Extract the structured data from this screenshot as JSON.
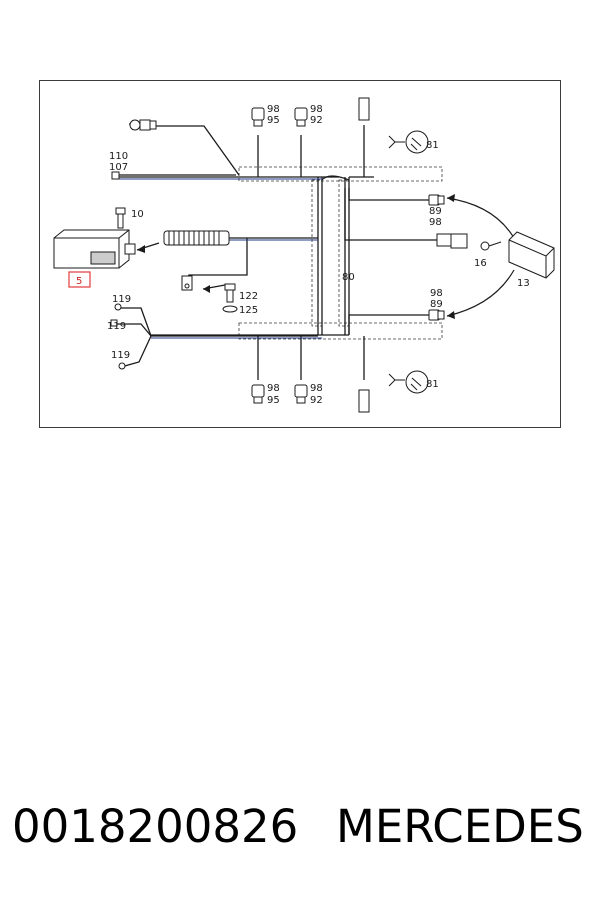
{
  "footer": {
    "part_number": "0018200826",
    "brand": "MERCEDES"
  },
  "diagram": {
    "colors": {
      "wire": "#1b1b1b",
      "harness": "#233a8a",
      "highlight": "#e23b3b",
      "outline": "#3a3a3a"
    },
    "labels": {
      "c98_top_left": "98",
      "c95_top_left": "95",
      "c98_top_mid": "98",
      "c92_top_mid": "92",
      "c81_top": "81",
      "c110": "110",
      "c107": "107",
      "c10": "10",
      "c5": "5",
      "c89_upper": "89",
      "c98_upper": "98",
      "c80": "80",
      "c16": "16",
      "c13": "13",
      "c122": "122",
      "c125": "125",
      "c119_a": "119",
      "c119_b": "119",
      "c119_c": "119",
      "c98_mid_right": "98",
      "c89_mid_right": "89",
      "c98_bot_left": "98",
      "c95_bot_left": "95",
      "c98_bot_mid": "98",
      "c92_bot_mid": "92",
      "c81_bottom": "81"
    }
  }
}
